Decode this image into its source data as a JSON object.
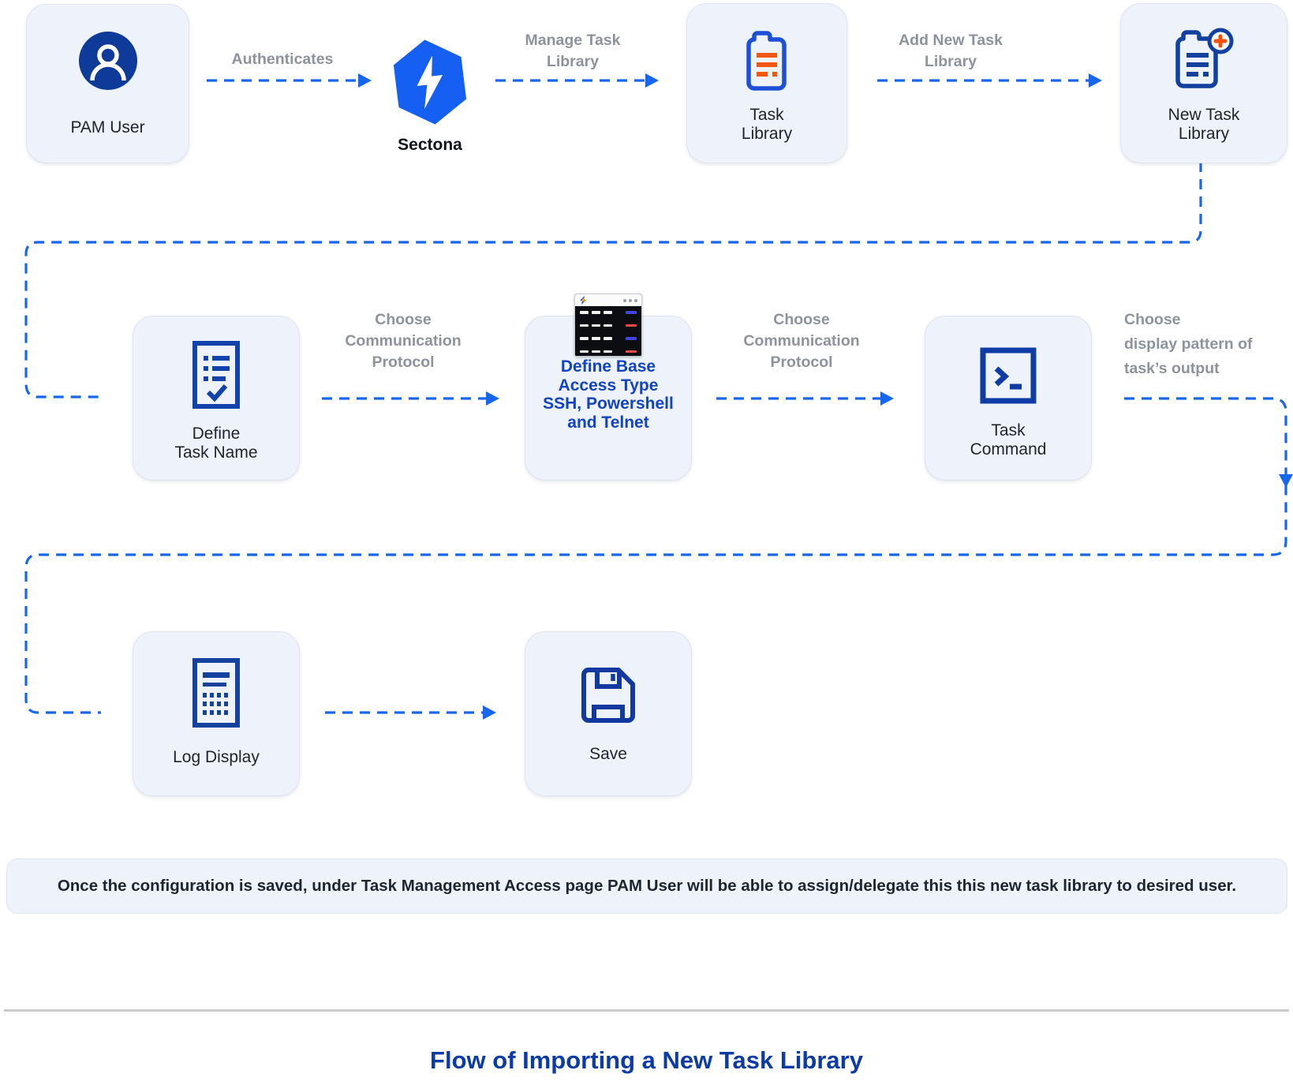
{
  "title": "Flow of Importing a New Task Library",
  "note": "Once the configuration is saved, under Task Management Access page PAM User will be able to assign/delegate this this new task library to desired user.",
  "brand": {
    "name": "Sectona",
    "logo_icon": "hexagon-lightning-bolt-icon"
  },
  "nodes": [
    {
      "id": "pam-user",
      "label": "PAM User",
      "icon": "user-icon"
    },
    {
      "id": "task-library",
      "label": "Task\nLibrary",
      "icon": "document-lines-icon"
    },
    {
      "id": "new-task-library",
      "label": "New Task\nLibrary",
      "icon": "document-add-icon"
    },
    {
      "id": "define-task-name",
      "label": "Define\nTask Name",
      "icon": "checklist-icon"
    },
    {
      "id": "define-base-access",
      "label": "Define Base\nAccess Type\nSSH, Powershell\nand Telnet",
      "icon": "terminal-window-icon"
    },
    {
      "id": "task-command",
      "label": "Task\nCommand",
      "icon": "command-prompt-icon"
    },
    {
      "id": "log-display",
      "label": "Log Display",
      "icon": "log-grid-icon"
    },
    {
      "id": "save",
      "label": "Save",
      "icon": "floppy-disk-icon"
    }
  ],
  "arrows": [
    {
      "label": "Authenticates"
    },
    {
      "label": "Manage Task\nLibrary"
    },
    {
      "label": "Add New Task\nLibrary"
    },
    {
      "label": "Choose\nCommunication\nProtocol"
    },
    {
      "label": "Choose\nCommunication\nProtocol"
    },
    {
      "label": "Choose\ndisplay pattern of\ntask’s output"
    }
  ],
  "colors": {
    "arrow_blue": "#1766ef",
    "icon_navy": "#11409e",
    "doc_blue": "#1d4fd8",
    "accent_orange": "#f4560c",
    "box_bg": "#eef3fb",
    "box_border": "#dfe4ee",
    "label_gray": "#8e939b",
    "text_dark": "#20242c",
    "define_base_text_blue": "#1243c0",
    "hexagon_blue": "#1560f2",
    "title_blue": "#0c3aa6"
  }
}
